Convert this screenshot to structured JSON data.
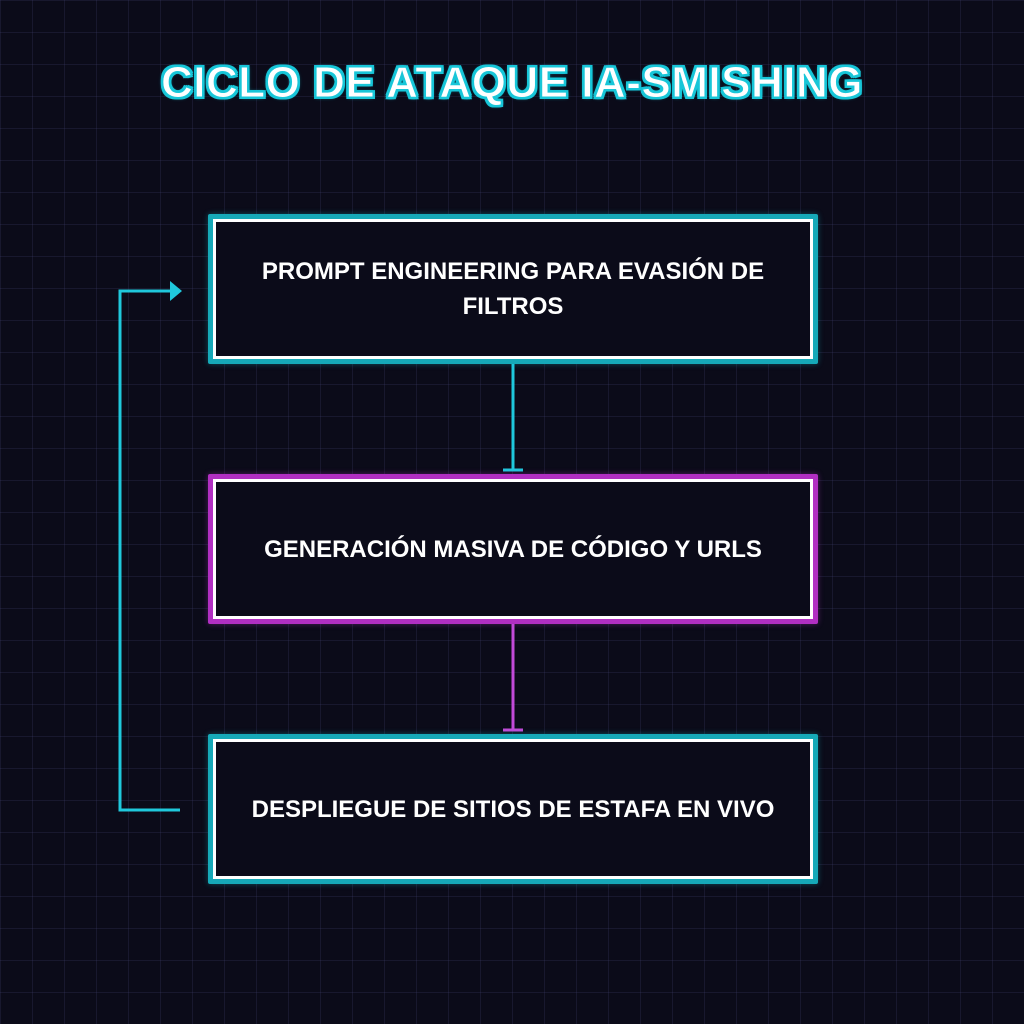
{
  "diagram": {
    "title": "CICLO DE ATAQUE IA-SMISHING",
    "steps": [
      {
        "label": "PROMPT ENGINEERING PARA EVASIÓN DE FILTROS",
        "color": "#16a9b8"
      },
      {
        "label": "GENERACIÓN MASIVA DE CÓDIGO Y URLS",
        "color": "#b12fc2"
      },
      {
        "label": "DESPLIEGUE DE SITIOS DE ESTAFA EN VIVO",
        "color": "#16a9b8"
      }
    ],
    "colors": {
      "background": "#0b0b19",
      "cyan": "#1fc8dc",
      "magenta": "#c24ad8",
      "text": "#ffffff"
    }
  }
}
